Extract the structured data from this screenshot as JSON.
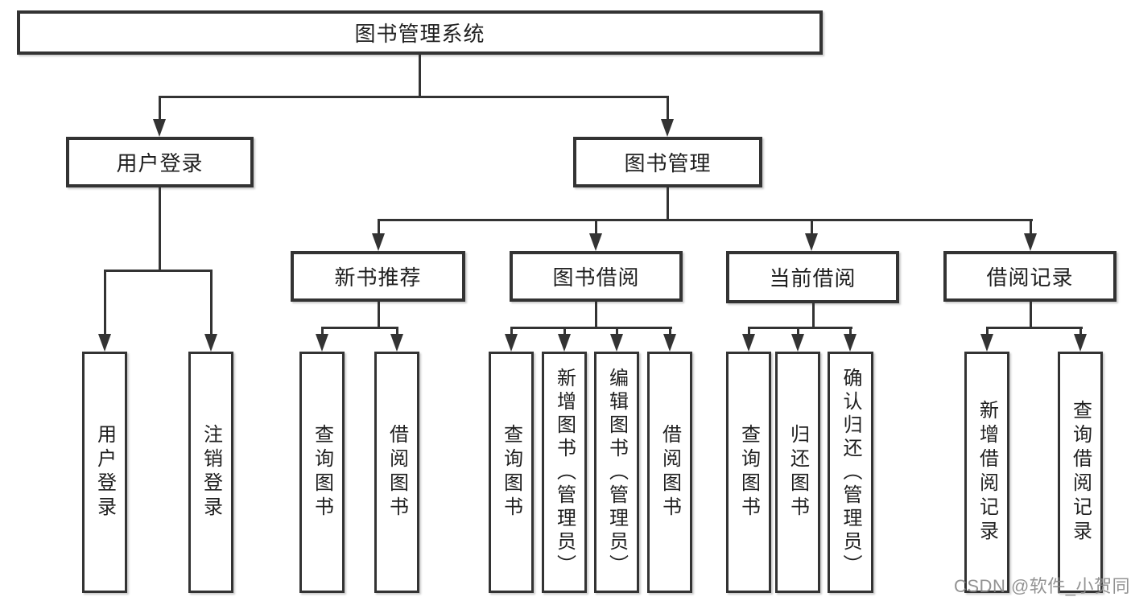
{
  "tree": {
    "root": {
      "label": "图书管理系统",
      "children": [
        {
          "label": "用户登录",
          "children": [
            {
              "label": "用户登录"
            },
            {
              "label": "注销登录"
            }
          ]
        },
        {
          "label": "图书管理",
          "children": [
            {
              "label": "新书推荐",
              "children": [
                {
                  "label": "查询图书"
                },
                {
                  "label": "借阅图书"
                }
              ]
            },
            {
              "label": "图书借阅",
              "children": [
                {
                  "label": "查询图书"
                },
                {
                  "label": "新增图书（管理员）"
                },
                {
                  "label": "编辑图书（管理员）"
                },
                {
                  "label": "借阅图书"
                }
              ]
            },
            {
              "label": "当前借阅",
              "children": [
                {
                  "label": "查询图书"
                },
                {
                  "label": "归还图书"
                },
                {
                  "label": "确认归还（管理员）"
                }
              ]
            },
            {
              "label": "借阅记录",
              "children": [
                {
                  "label": "新增借阅记录"
                },
                {
                  "label": "查询借阅记录"
                }
              ]
            }
          ]
        }
      ]
    }
  },
  "watermark": {
    "text": "CSDN @软件_小贺同学"
  },
  "colors": {
    "line": "#333333",
    "text": "#1f1f1f",
    "background": "#ffffff",
    "watermark": "#878787"
  }
}
